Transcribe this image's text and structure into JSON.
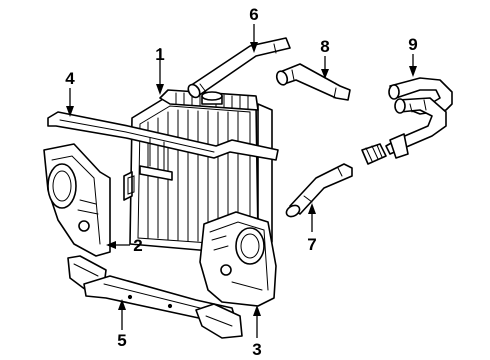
{
  "callouts": [
    {
      "id": "1",
      "part": "radiator"
    },
    {
      "id": "2",
      "part": "left-radiator-support-panel"
    },
    {
      "id": "3",
      "part": "right-radiator-support-panel"
    },
    {
      "id": "4",
      "part": "upper-tie-bar"
    },
    {
      "id": "5",
      "part": "lower-support"
    },
    {
      "id": "6",
      "part": "upper-hose"
    },
    {
      "id": "7",
      "part": "lower-hose"
    },
    {
      "id": "8",
      "part": "bypass-hose"
    },
    {
      "id": "9",
      "part": "water-pipe"
    }
  ],
  "colors": {
    "line": "#000000",
    "background": "#ffffff"
  }
}
